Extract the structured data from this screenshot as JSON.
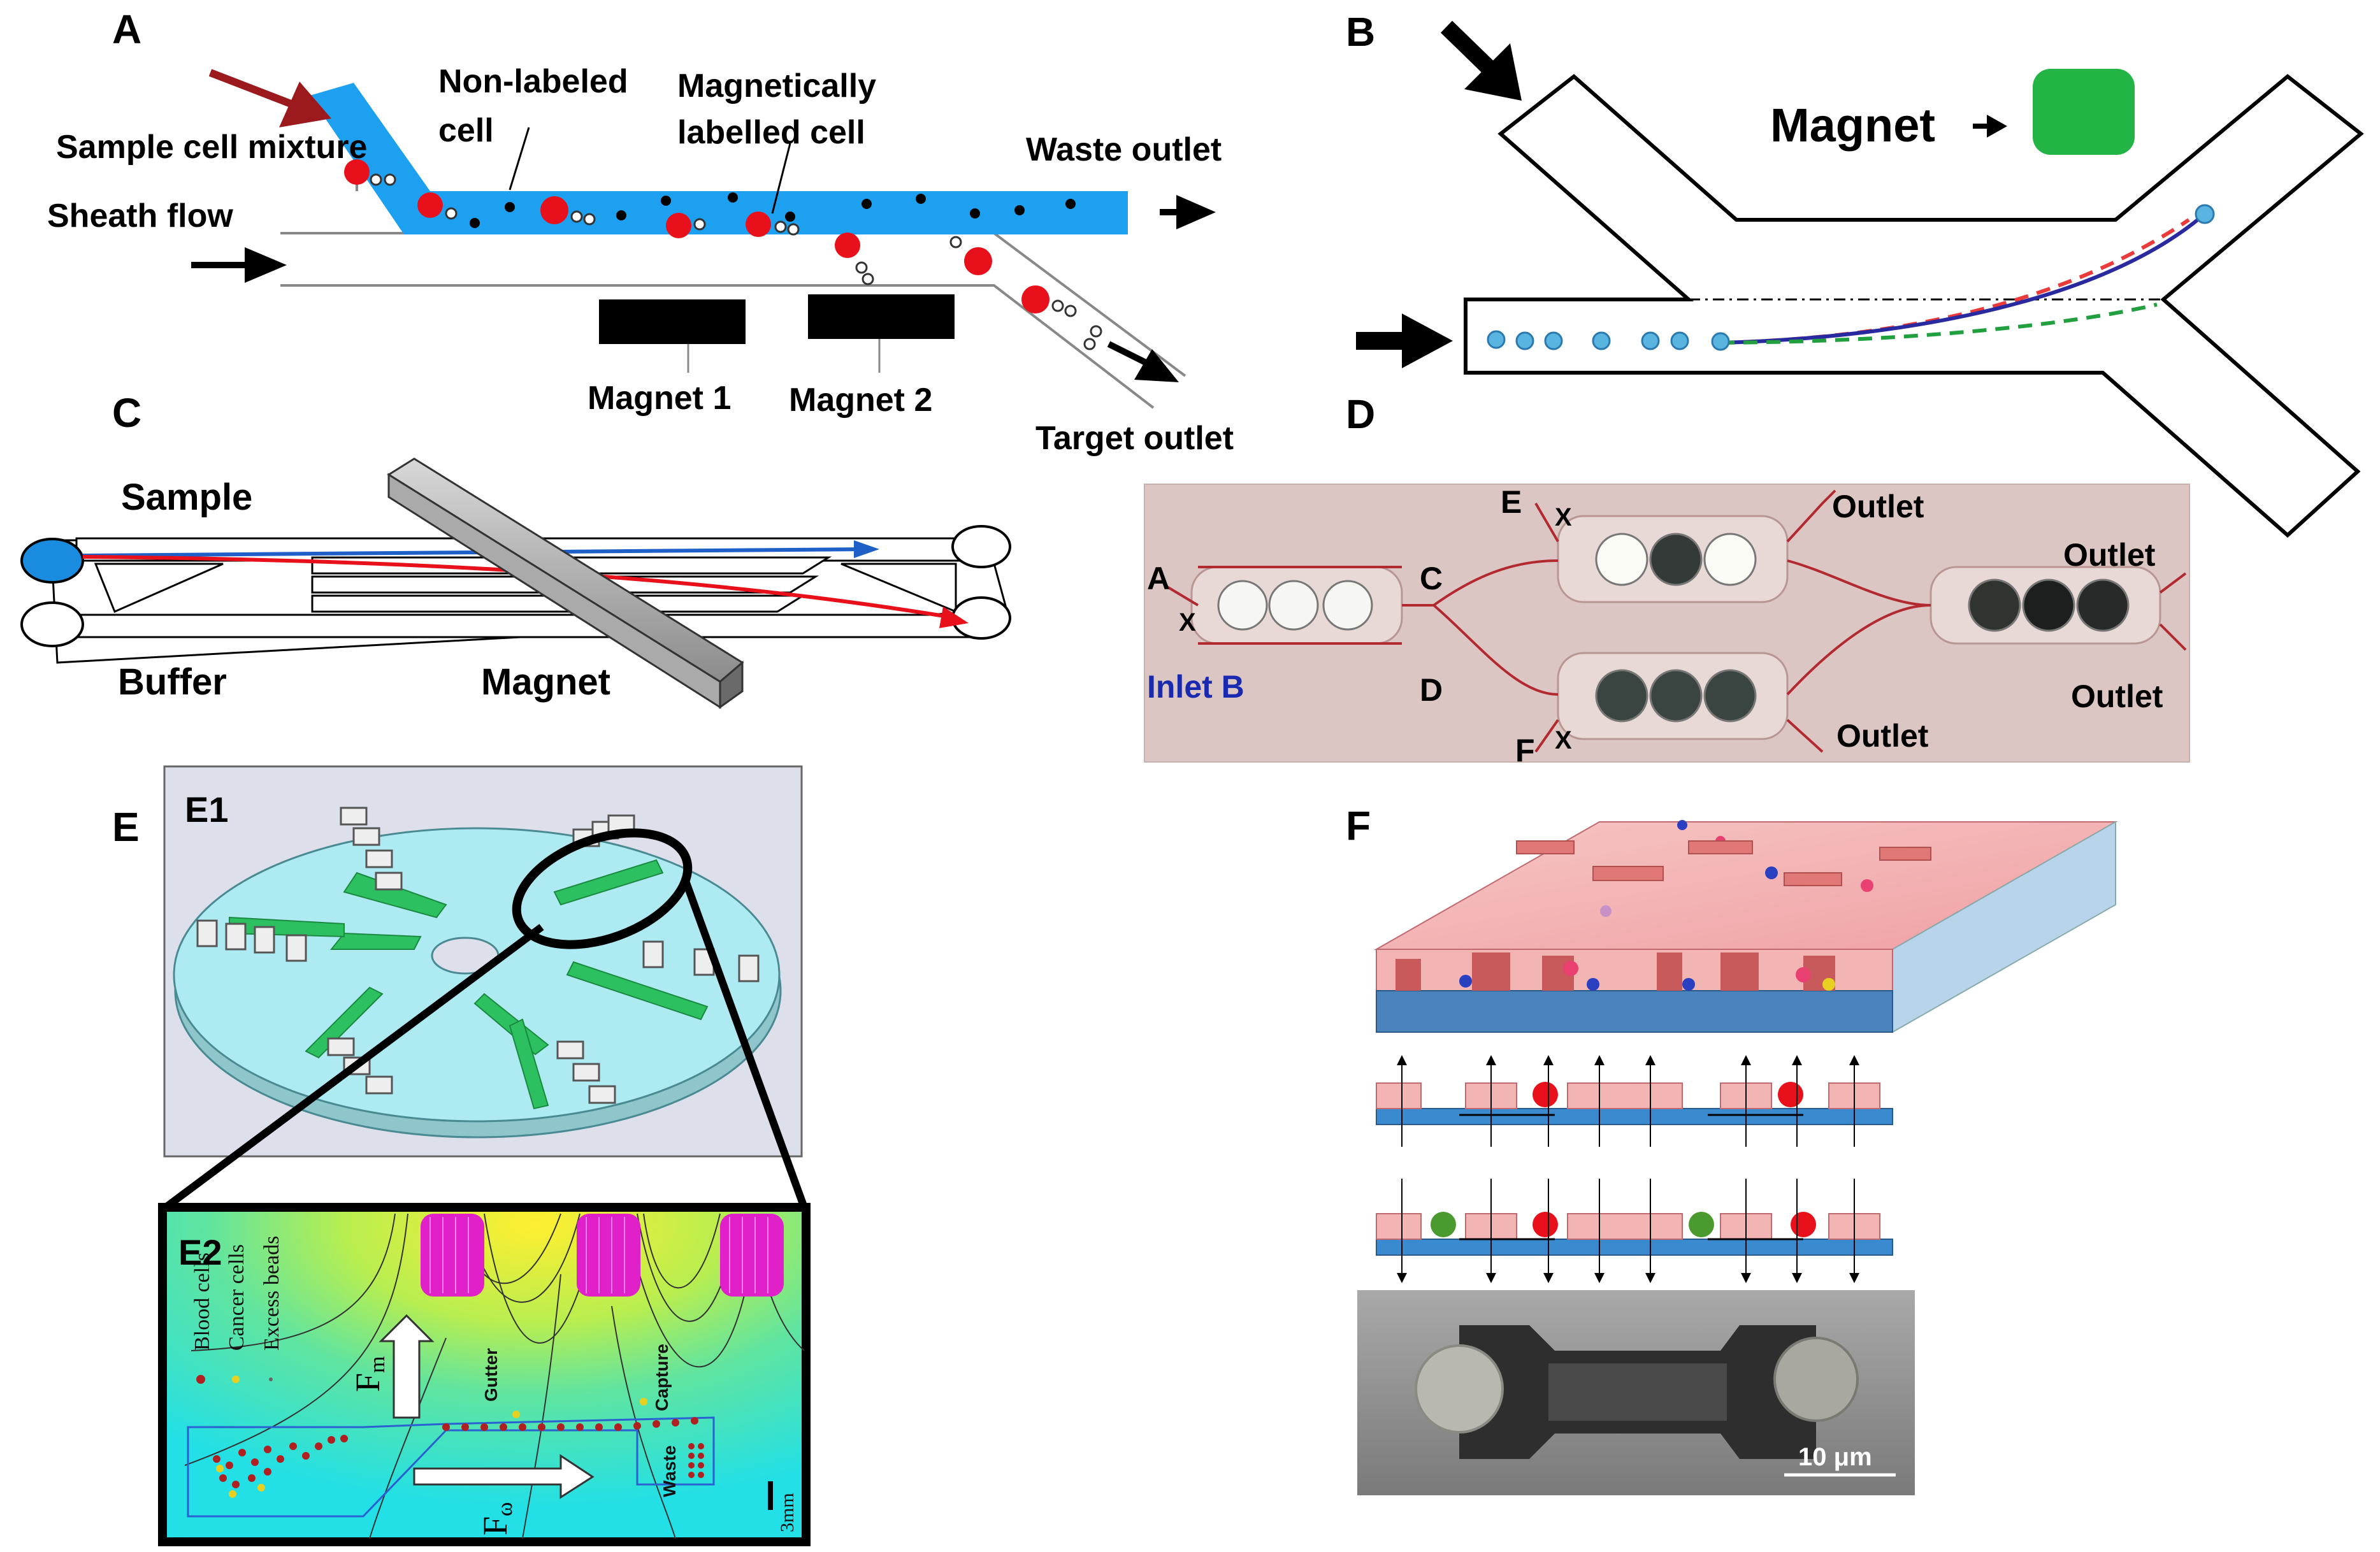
{
  "panels": {
    "A": {
      "label": "A",
      "sample": "Sample cell mixture",
      "sheath": "Sheath flow",
      "nonlabeled_1": "Non-labeled",
      "nonlabeled_2": "cell",
      "maglabel_1": "Magnetically",
      "maglabel_2": "labelled cell",
      "waste": "Waste outlet",
      "target": "Target outlet",
      "magnet1": "Magnet 1",
      "magnet2": "Magnet 2"
    },
    "B": {
      "label": "B",
      "magnet": "Magnet"
    },
    "C": {
      "label": "C",
      "sample": "Sample",
      "buffer": "Buffer",
      "magnet": "Magnet"
    },
    "D": {
      "label": "D",
      "a": "A",
      "c": "C",
      "d": "D",
      "e": "E",
      "f": "F",
      "x": "X",
      "inlet_b": "Inlet B",
      "outlet": "Outlet"
    },
    "E": {
      "label": "E",
      "e1": "E1",
      "e2": "E2",
      "blood": "Blood cells",
      "cancer": "Cancer cells",
      "beads": "Excess beads",
      "gutter": "Gutter",
      "capture": "Capture",
      "waste": "Waste",
      "scale": "3mm",
      "fm": "F",
      "fm_sub": "m",
      "fw": "F",
      "fw_sub": "ω"
    },
    "F": {
      "label": "F",
      "scale": "10 μm"
    }
  },
  "colors": {
    "channel_blue": "#1ea0f0",
    "cell_red": "#e8101a",
    "magnet_green": "#22b545",
    "disk_cyan": "#aeeaf2",
    "field_magenta": "#e020c8",
    "chip_pink": "#f0a0a4"
  }
}
